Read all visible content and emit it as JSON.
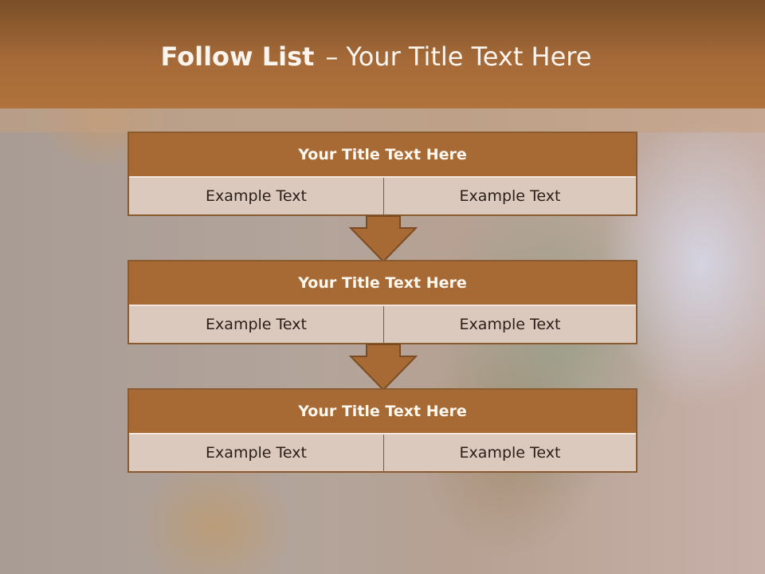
{
  "slide": {
    "title_bold": "Follow List",
    "title_dash": "–",
    "title_rest": "Your Title Text Here"
  },
  "steps": [
    {
      "title": "Your Title Text Here",
      "left": "Example Text",
      "right": "Example Text"
    },
    {
      "title": "Your Title Text Here",
      "left": "Example Text",
      "right": "Example Text"
    },
    {
      "title": "Your Title Text Here",
      "left": "Example Text",
      "right": "Example Text"
    }
  ],
  "colors": {
    "header": "#a56a38",
    "box_title": "#a86a34",
    "box_cell": "#dcc9be",
    "arrow": "#a86a34"
  },
  "icons": [
    "down-arrow-icon",
    "down-arrow-icon"
  ]
}
